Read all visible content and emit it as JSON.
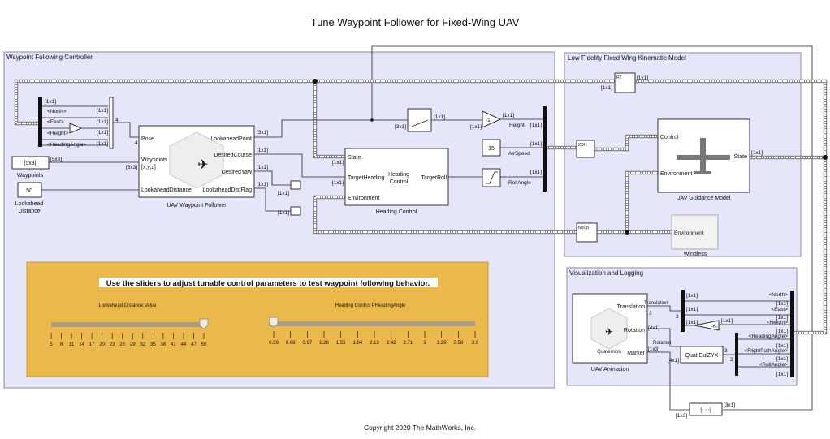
{
  "title": "Tune Waypoint Follower for Fixed-Wing UAV",
  "copyright": "Copyright 2020 The MathWorks, Inc.",
  "colors": {
    "panel_fill": "#e6e6fb",
    "panel_border": "#8a8a9a",
    "annotation_fill": "#ebb94b",
    "slider_track": "#a89c84",
    "slider_thumb": "#f2ecdc"
  },
  "dims": {
    "d1x1": "[1x1]",
    "d3x1": "[3x1]",
    "d5x3": "[5x3]",
    "d4x1": "[4x1]",
    "d1x3": "[1x3]",
    "n4": "4",
    "n3": "3"
  },
  "controller": {
    "title": "Waypoint Following Controller",
    "bus_selector": {
      "outputs": [
        "<North>",
        "<East>",
        "<Height>",
        "<HeadingAngle>"
      ]
    },
    "waypoint_follower": {
      "name": "UAV Waypoint Follower",
      "inputs": [
        "Pose",
        "Waypoints",
        "[x,y,z]",
        "LookaheadDistance"
      ],
      "outputs": [
        "LookaheadPoint",
        "DesiredCourse",
        "DesiredYaw",
        "LookaheadDistFlag"
      ]
    },
    "waypoints_const": {
      "value": "[5x3]",
      "label": "Waypoints"
    },
    "lookahead_const": {
      "value": "50",
      "label_line1": "Lookahead",
      "label_line2": "Distance"
    },
    "heading_control": {
      "name": "Heading Control",
      "center_line1": "Heading",
      "center_line2": "Control",
      "inputs": [
        "State",
        "TargetHeading",
        "Environment"
      ],
      "output": "TargetRoll"
    },
    "gain_neg": {
      "value": "-1",
      "signal": "Height"
    },
    "airspeed_const": {
      "value": "15",
      "signal": "AirSpeed"
    },
    "saturation": {
      "signal": "RollAngle"
    }
  },
  "model": {
    "title": "Low Fidelity Fixed Wing Kinematic Model",
    "rate_transition": "RT",
    "zoh": "ZOH",
    "noop": "NoOp",
    "guidance": {
      "name": "UAV Guidance Model",
      "inputs": [
        "Control",
        "Environment"
      ],
      "output": "State"
    },
    "windless": {
      "name": "Windless",
      "port": "Environment"
    }
  },
  "viz": {
    "title": "Visualization and Logging",
    "animation": {
      "name": "UAV Animation",
      "inputs": [
        "Translation",
        "Rotation",
        "Marker"
      ],
      "icon_label": "Quaternion"
    },
    "signal_translation": "Translation",
    "signal_rotation": "Rotation",
    "quat_block": "Quat EulZYX",
    "gain_k": "-K-",
    "bus_outputs": [
      "<North>",
      "<East>",
      "<Height>",
      "<HeadingAngle>",
      "<FlightPathAngle>",
      "<RollAngle>"
    ]
  },
  "annotation": {
    "text": "Use the sliders to adjust tunable control parameters to test waypoint following behavior.",
    "slider1": {
      "label": "Lookahead Distance:Value",
      "ticks": [
        "5",
        "8",
        "11",
        "14",
        "17",
        "20",
        "23",
        "26",
        "29",
        "32",
        "35",
        "38",
        "41",
        "44",
        "47",
        "50"
      ],
      "min": 5,
      "max": 50,
      "value": 50
    },
    "slider2": {
      "label": "Heading Control:PHeadingAngle",
      "ticks": [
        "0.39",
        "0.68",
        "0.97",
        "1.26",
        "1.55",
        "1.84",
        "2.13",
        "2.42",
        "2.71",
        "3",
        "3.29",
        "3.58",
        "3.9"
      ],
      "min": 0.39,
      "max": 3.9,
      "value": 0.39
    }
  }
}
